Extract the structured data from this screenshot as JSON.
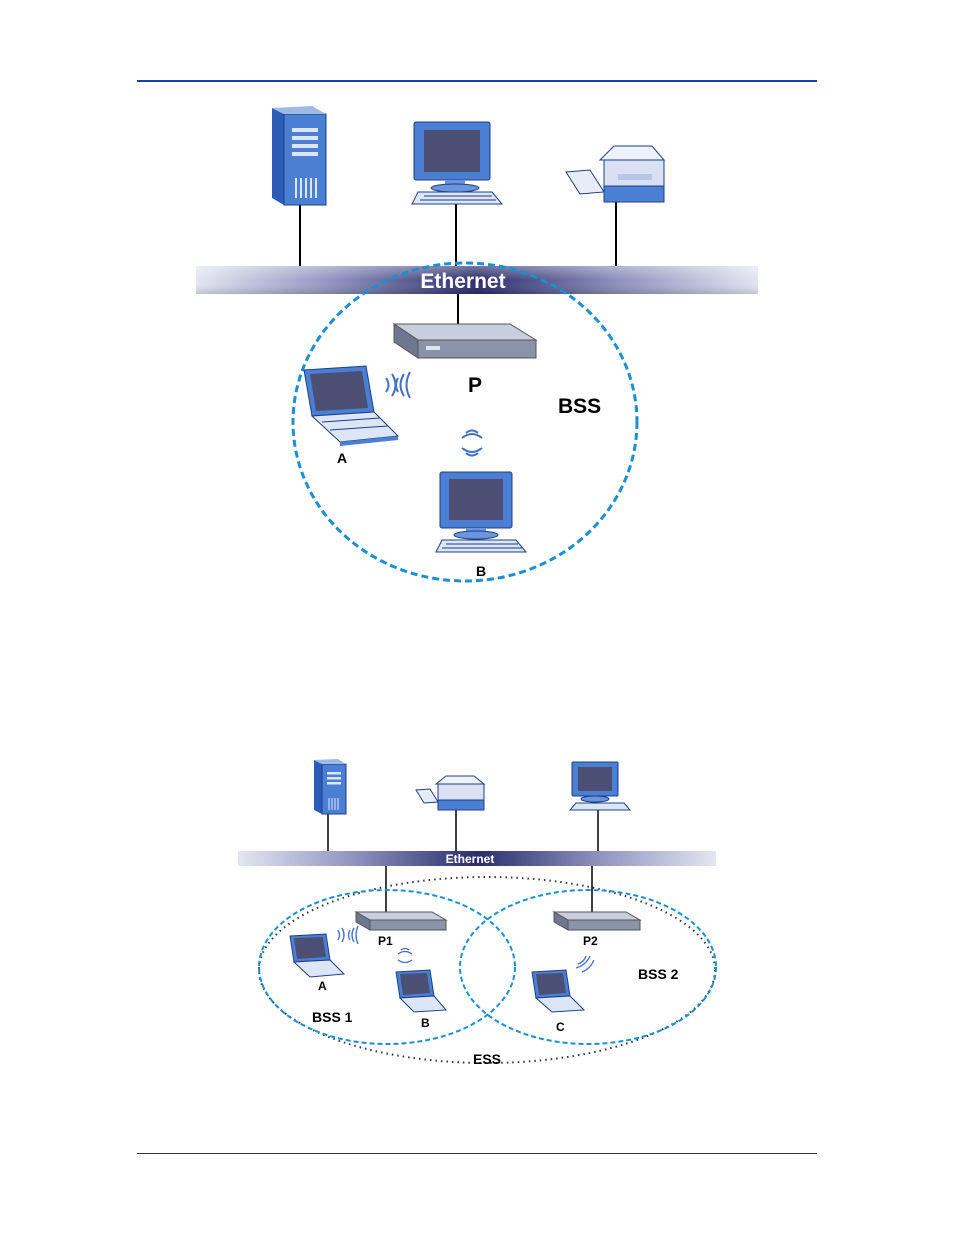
{
  "figure_bss": {
    "backbone_label": "Ethernet",
    "ap_label": "P",
    "station_a_label": "A",
    "station_b_label": "B",
    "bss_label": "BSS"
  },
  "figure_ess": {
    "backbone_label": "Ethernet",
    "ap1_label": "P1",
    "ap2_label": "P2",
    "station_a_label": "A",
    "station_b_label": "B",
    "station_c_label": "C",
    "bss1_label": "BSS 1",
    "bss2_label": "BSS 2",
    "ess_label": "ESS"
  },
  "colors": {
    "header_rule": "#1c3fb0",
    "bss_boundary": "#1a8fd6",
    "device_blue": "#3f6fc7",
    "screen": "#4a4f73"
  }
}
